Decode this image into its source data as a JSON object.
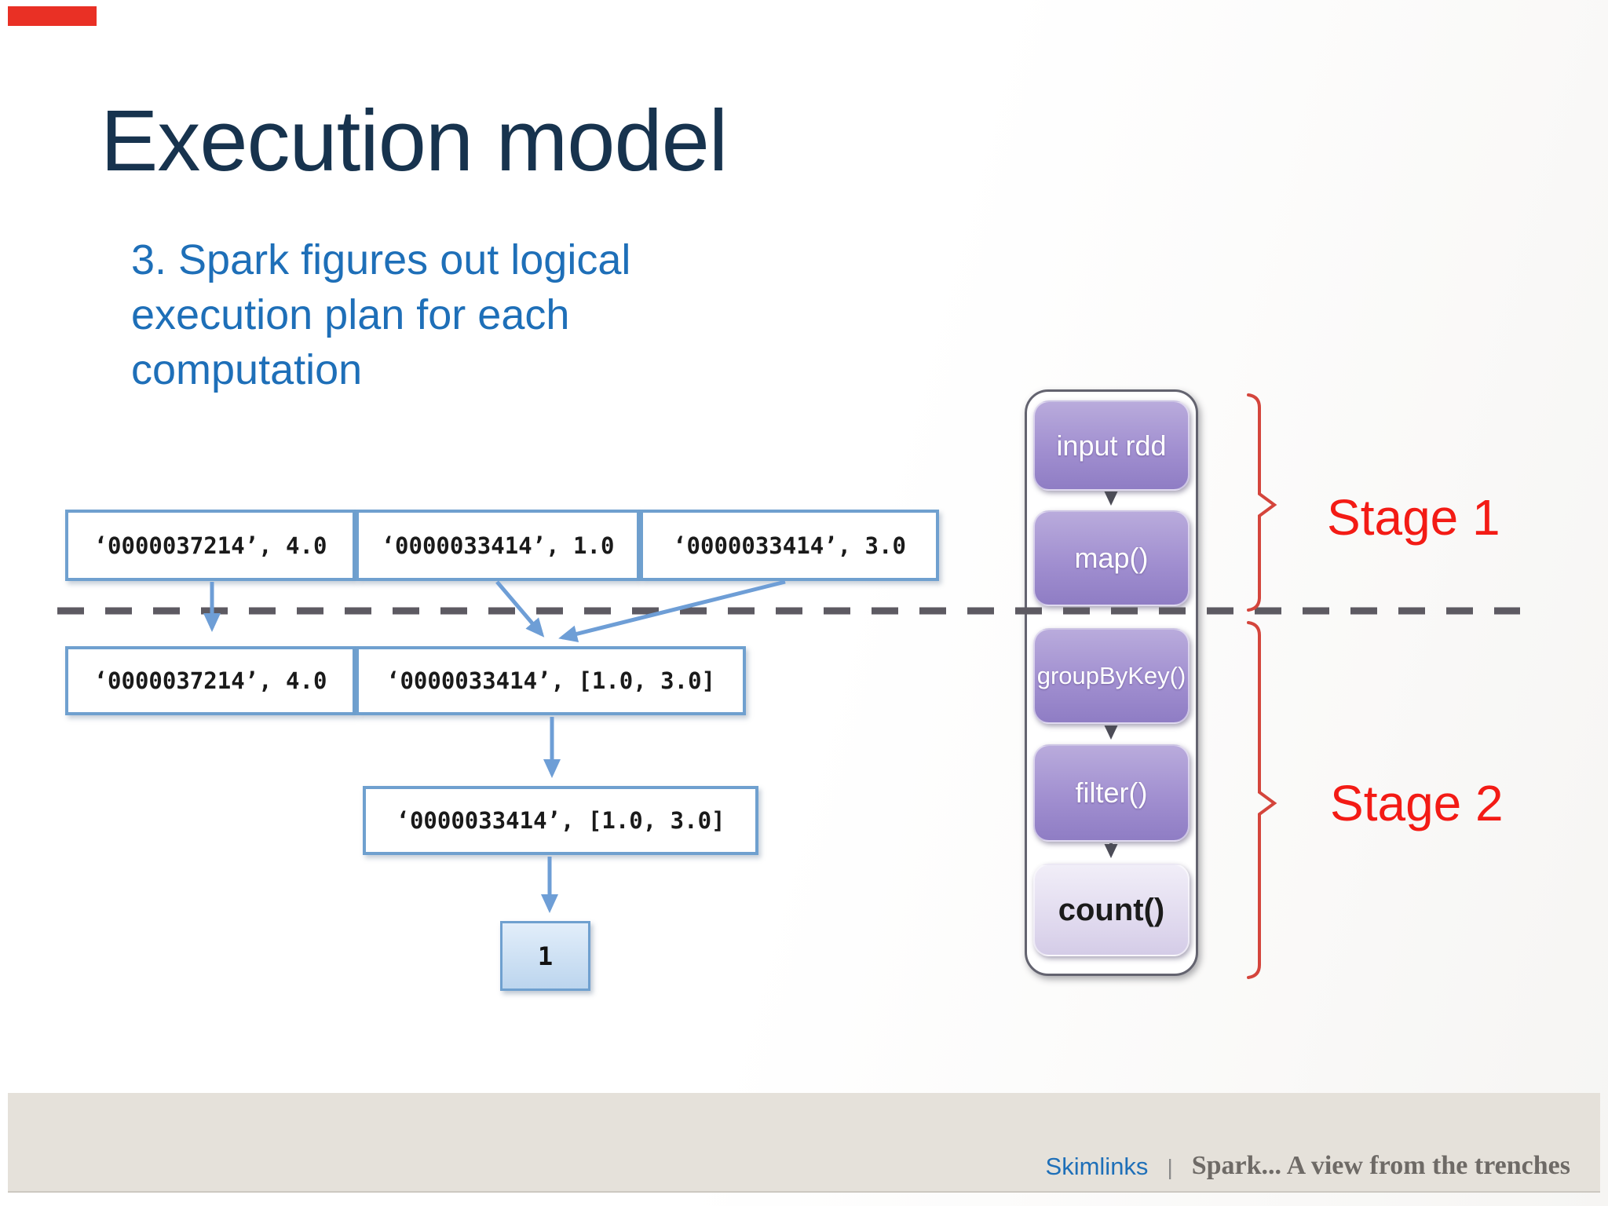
{
  "slide": {
    "title": "Execution model",
    "subtitle_lines": [
      "3. Spark figures out logical",
      "execution plan for each",
      "computation"
    ]
  },
  "dag": {
    "row1": [
      "‘0000037214’, 4.0",
      "‘0000033414’, 1.0",
      "‘0000033414’, 3.0"
    ],
    "row2": [
      "‘0000037214’, 4.0",
      "‘0000033414’, [1.0, 3.0]"
    ],
    "row3": [
      "‘0000033414’, [1.0, 3.0]"
    ],
    "result": "1"
  },
  "pipeline": {
    "ops": [
      {
        "label": "input rdd"
      },
      {
        "label": "map()"
      },
      {
        "label": "groupByKey()"
      },
      {
        "label": "filter()"
      },
      {
        "label": "count()"
      }
    ]
  },
  "stages": [
    {
      "label": "Stage 1"
    },
    {
      "label": "Stage 2"
    }
  ],
  "footer": {
    "brand": "Skimlinks",
    "separator": "|",
    "deck_title": "Spark... A view from the trenches"
  },
  "colors": {
    "accent_bar": "#e93025",
    "title_text": "#17334e",
    "body_text": "#1e6fb8",
    "stage_text": "#f31b15",
    "record_border": "#6fa0cf",
    "arrow_blue": "#6e9ed6",
    "arrow_gray": "#4c4c57",
    "dash_gray": "#5d5a62",
    "brace_red": "#d4453c",
    "purple_top": "#b9abdc",
    "purple_bottom": "#8f7dc4",
    "footer_bg": "#e5e1da"
  }
}
